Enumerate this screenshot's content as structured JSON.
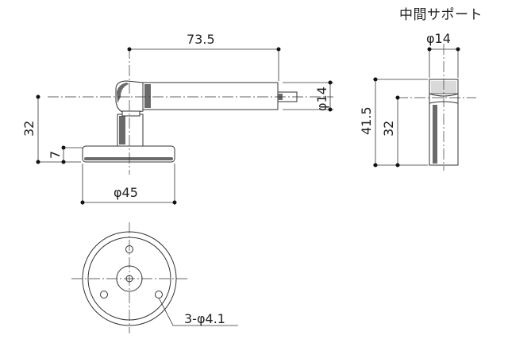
{
  "title": "中間サポート",
  "dimensions": {
    "length": "73.5",
    "rod_diameter": "φ14",
    "center_height": "32",
    "base_thickness": "7",
    "base_diameter": "φ45",
    "side_height": "41.5",
    "side_center_height": "32",
    "side_diameter": "φ14",
    "holes": "3-φ4.1"
  }
}
